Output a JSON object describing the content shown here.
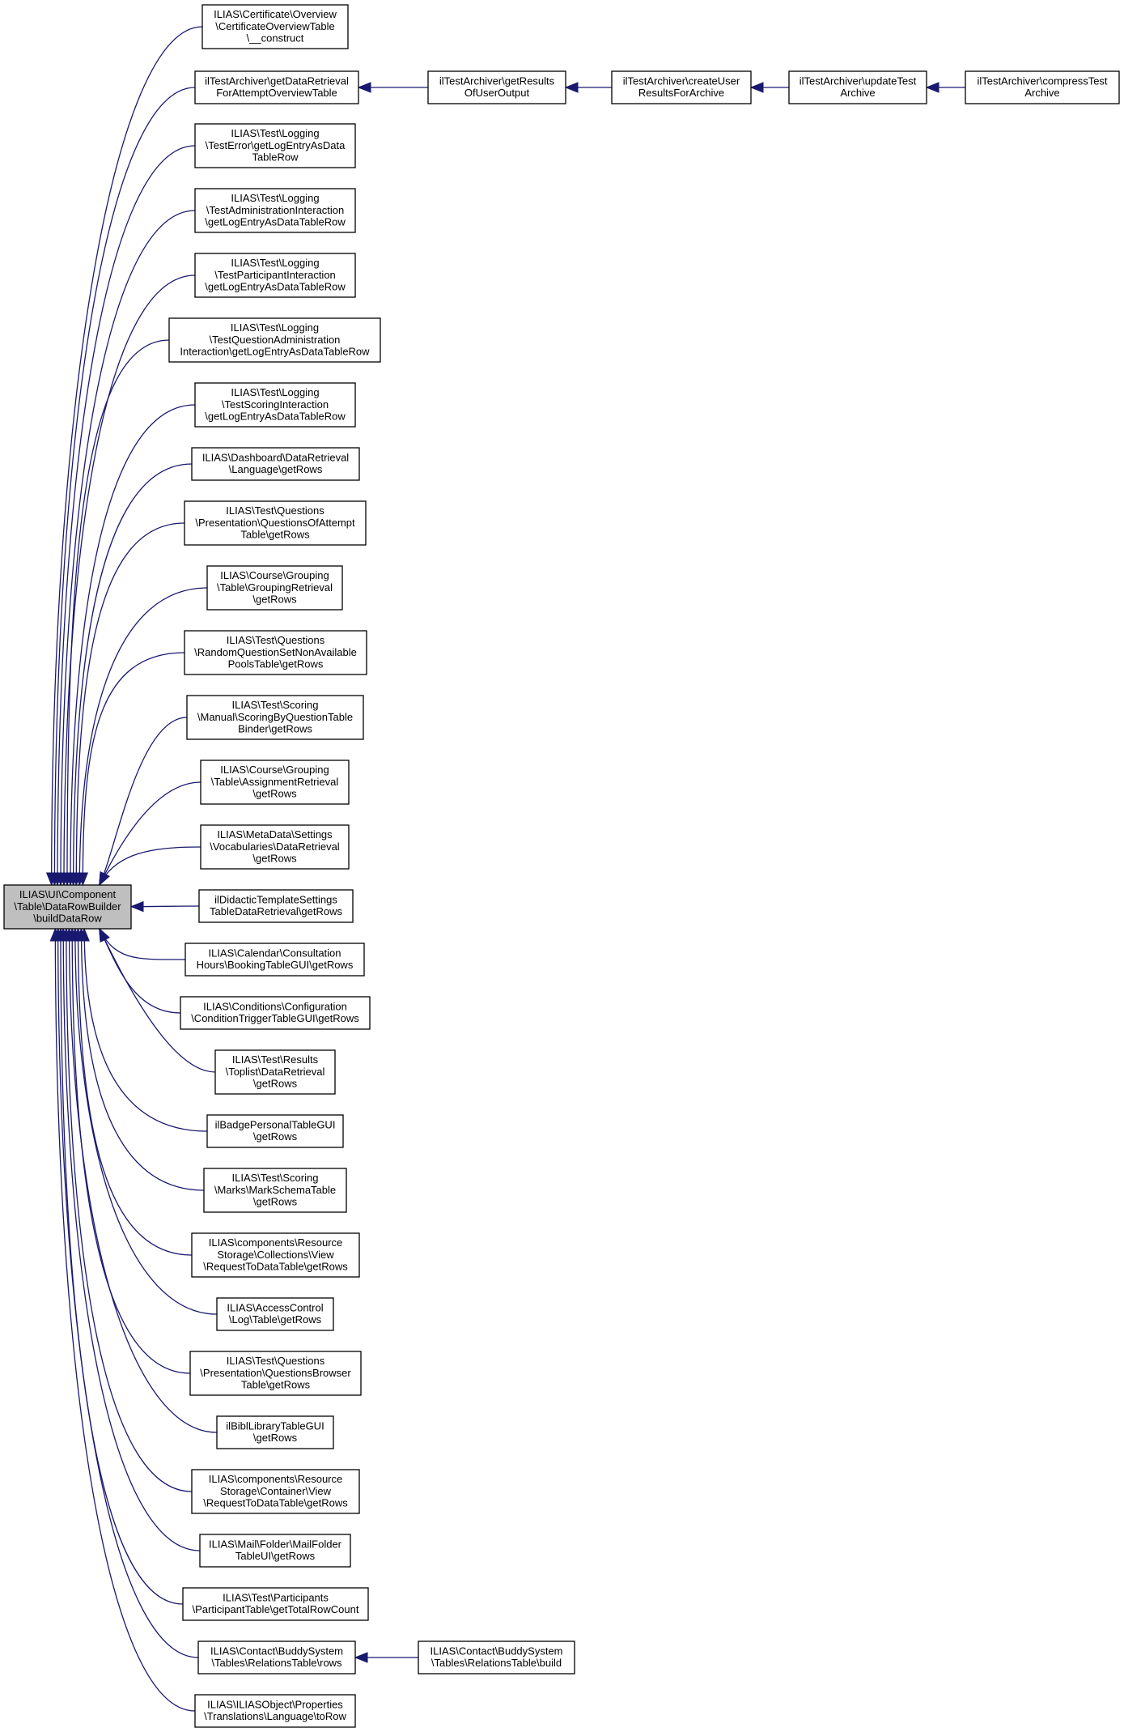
{
  "diagram": {
    "root_id": "n0",
    "nodes": [
      {
        "id": "n0",
        "lines": [
          "ILIAS\\UI\\Component",
          "\\Table\\DataRowBuilder",
          "\\buildDataRow"
        ]
      },
      {
        "id": "n1",
        "lines": [
          "ILIAS\\Certificate\\Overview",
          "\\CertificateOverviewTable",
          "\\__construct"
        ]
      },
      {
        "id": "n2",
        "lines": [
          "ilTestArchiver\\getDataRetrieval",
          "ForAttemptOverviewTable"
        ]
      },
      {
        "id": "n3",
        "lines": [
          "ILIAS\\Test\\Logging",
          "\\TestError\\getLogEntryAsData",
          "TableRow"
        ]
      },
      {
        "id": "n4",
        "lines": [
          "ILIAS\\Test\\Logging",
          "\\TestAdministrationInteraction",
          "\\getLogEntryAsDataTableRow"
        ]
      },
      {
        "id": "n5",
        "lines": [
          "ILIAS\\Test\\Logging",
          "\\TestParticipantInteraction",
          "\\getLogEntryAsDataTableRow"
        ]
      },
      {
        "id": "n6",
        "lines": [
          "ILIAS\\Test\\Logging",
          "\\TestQuestionAdministration",
          "Interaction\\getLogEntryAsDataTableRow"
        ]
      },
      {
        "id": "n7",
        "lines": [
          "ILIAS\\Test\\Logging",
          "\\TestScoringInteraction",
          "\\getLogEntryAsDataTableRow"
        ]
      },
      {
        "id": "n8",
        "lines": [
          "ILIAS\\Dashboard\\DataRetrieval",
          "\\Language\\getRows"
        ]
      },
      {
        "id": "n9",
        "lines": [
          "ILIAS\\Test\\Questions",
          "\\Presentation\\QuestionsOfAttempt",
          "Table\\getRows"
        ]
      },
      {
        "id": "n10",
        "lines": [
          "ILIAS\\Course\\Grouping",
          "\\Table\\GroupingRetrieval",
          "\\getRows"
        ]
      },
      {
        "id": "n11",
        "lines": [
          "ILIAS\\Test\\Questions",
          "\\RandomQuestionSetNonAvailable",
          "PoolsTable\\getRows"
        ]
      },
      {
        "id": "n12",
        "lines": [
          "ILIAS\\Test\\Scoring",
          "\\Manual\\ScoringByQuestionTable",
          "Binder\\getRows"
        ]
      },
      {
        "id": "n13",
        "lines": [
          "ILIAS\\Course\\Grouping",
          "\\Table\\AssignmentRetrieval",
          "\\getRows"
        ]
      },
      {
        "id": "n14",
        "lines": [
          "ILIAS\\MetaData\\Settings",
          "\\Vocabularies\\DataRetrieval",
          "\\getRows"
        ]
      },
      {
        "id": "n15",
        "lines": [
          "ilDidacticTemplateSettings",
          "TableDataRetrieval\\getRows"
        ]
      },
      {
        "id": "n16",
        "lines": [
          "ILIAS\\Calendar\\Consultation",
          "Hours\\BookingTableGUI\\getRows"
        ]
      },
      {
        "id": "n17",
        "lines": [
          "ILIAS\\Conditions\\Configuration",
          "\\ConditionTriggerTableGUI\\getRows"
        ]
      },
      {
        "id": "n18",
        "lines": [
          "ILIAS\\Test\\Results",
          "\\Toplist\\DataRetrieval",
          "\\getRows"
        ]
      },
      {
        "id": "n19",
        "lines": [
          "ilBadgePersonalTableGUI",
          "\\getRows"
        ]
      },
      {
        "id": "n20",
        "lines": [
          "ILIAS\\Test\\Scoring",
          "\\Marks\\MarkSchemaTable",
          "\\getRows"
        ]
      },
      {
        "id": "n21",
        "lines": [
          "ILIAS\\components\\Resource",
          "Storage\\Collections\\View",
          "\\RequestToDataTable\\getRows"
        ]
      },
      {
        "id": "n22",
        "lines": [
          "ILIAS\\AccessControl",
          "\\Log\\Table\\getRows"
        ]
      },
      {
        "id": "n23",
        "lines": [
          "ILIAS\\Test\\Questions",
          "\\Presentation\\QuestionsBrowser",
          "Table\\getRows"
        ]
      },
      {
        "id": "n24",
        "lines": [
          "ilBiblLibraryTableGUI",
          "\\getRows"
        ]
      },
      {
        "id": "n25",
        "lines": [
          "ILIAS\\components\\Resource",
          "Storage\\Container\\View",
          "\\RequestToDataTable\\getRows"
        ]
      },
      {
        "id": "n26",
        "lines": [
          "ILIAS\\Mail\\Folder\\MailFolder",
          "TableUI\\getRows"
        ]
      },
      {
        "id": "n27",
        "lines": [
          "ILIAS\\Test\\Participants",
          "\\ParticipantTable\\getTotalRowCount"
        ]
      },
      {
        "id": "n28",
        "lines": [
          "ILIAS\\Contact\\BuddySystem",
          "\\Tables\\RelationsTable\\rows"
        ]
      },
      {
        "id": "n29",
        "lines": [
          "ILIAS\\ILIASObject\\Properties",
          "\\Translations\\Language\\toRow"
        ]
      },
      {
        "id": "n30",
        "lines": [
          "ilTestArchiver\\getResults",
          "OfUserOutput"
        ]
      },
      {
        "id": "n31",
        "lines": [
          "ilTestArchiver\\createUser",
          "ResultsForArchive"
        ]
      },
      {
        "id": "n32",
        "lines": [
          "ilTestArchiver\\updateTest",
          "Archive"
        ]
      },
      {
        "id": "n33",
        "lines": [
          "ilTestArchiver\\compressTest",
          "Archive"
        ]
      },
      {
        "id": "n34",
        "lines": [
          "ILIAS\\Contact\\BuddySystem",
          "\\Tables\\RelationsTable\\build"
        ]
      }
    ],
    "edges": [
      {
        "from": "n1",
        "to": "n0"
      },
      {
        "from": "n2",
        "to": "n0"
      },
      {
        "from": "n3",
        "to": "n0"
      },
      {
        "from": "n4",
        "to": "n0"
      },
      {
        "from": "n5",
        "to": "n0"
      },
      {
        "from": "n6",
        "to": "n0"
      },
      {
        "from": "n7",
        "to": "n0"
      },
      {
        "from": "n8",
        "to": "n0"
      },
      {
        "from": "n9",
        "to": "n0"
      },
      {
        "from": "n10",
        "to": "n0"
      },
      {
        "from": "n11",
        "to": "n0"
      },
      {
        "from": "n12",
        "to": "n0"
      },
      {
        "from": "n13",
        "to": "n0"
      },
      {
        "from": "n14",
        "to": "n0"
      },
      {
        "from": "n15",
        "to": "n0"
      },
      {
        "from": "n16",
        "to": "n0"
      },
      {
        "from": "n17",
        "to": "n0"
      },
      {
        "from": "n18",
        "to": "n0"
      },
      {
        "from": "n19",
        "to": "n0"
      },
      {
        "from": "n20",
        "to": "n0"
      },
      {
        "from": "n21",
        "to": "n0"
      },
      {
        "from": "n22",
        "to": "n0"
      },
      {
        "from": "n23",
        "to": "n0"
      },
      {
        "from": "n24",
        "to": "n0"
      },
      {
        "from": "n25",
        "to": "n0"
      },
      {
        "from": "n26",
        "to": "n0"
      },
      {
        "from": "n27",
        "to": "n0"
      },
      {
        "from": "n28",
        "to": "n0"
      },
      {
        "from": "n29",
        "to": "n0"
      },
      {
        "from": "n30",
        "to": "n2"
      },
      {
        "from": "n31",
        "to": "n30"
      },
      {
        "from": "n32",
        "to": "n31"
      },
      {
        "from": "n33",
        "to": "n32"
      },
      {
        "from": "n34",
        "to": "n28"
      }
    ],
    "colors": {
      "edge": "#191970",
      "root_fill": "#bfbfbf",
      "node_fill": "#ffffff",
      "node_border": "#000000"
    }
  }
}
